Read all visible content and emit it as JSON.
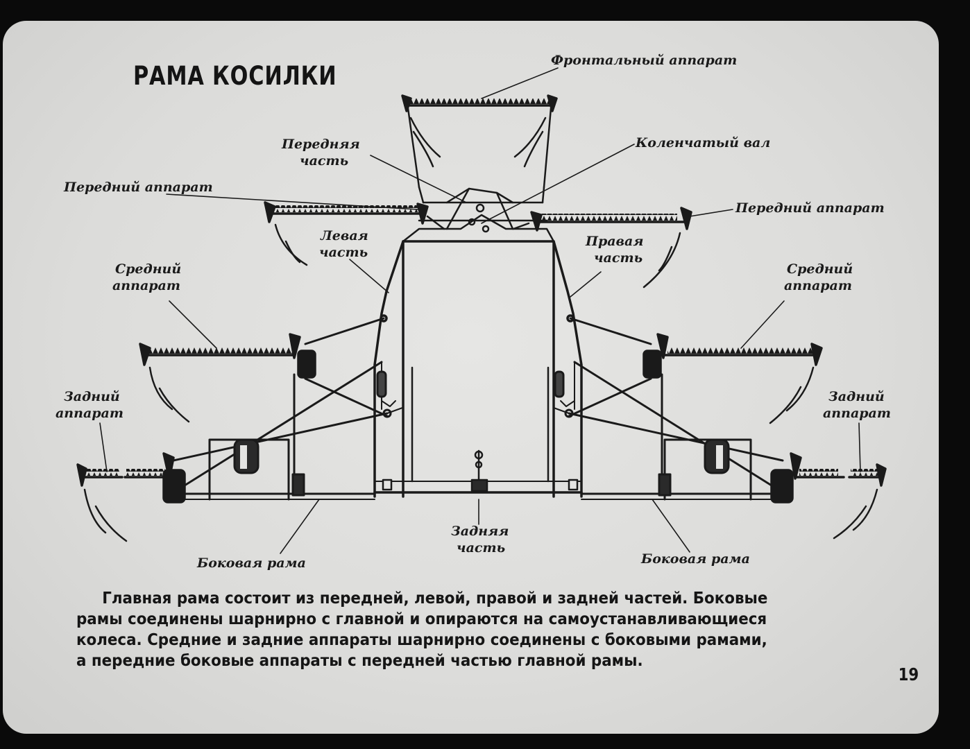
{
  "title": "РАМА КОСИЛКИ",
  "labels": {
    "frontal": "Фронтальный аппарат",
    "front_part_1": "Передняя",
    "front_part_2": "часть",
    "crankshaft": "Коленчатый вал",
    "front_left": "Передний аппарат",
    "front_right": "Передний аппарат",
    "left_part_1": "Левая",
    "left_part_2": "часть",
    "right_part_1": "Правая",
    "right_part_2": "часть",
    "middle_left_1": "Средний",
    "middle_left_2": "аппарат",
    "middle_right_1": "Средний",
    "middle_right_2": "аппарат",
    "rear_left_1": "Задний",
    "rear_left_2": "аппарат",
    "rear_right_1": "Задний",
    "rear_right_2": "аппарат",
    "rear_part_1": "Задняя",
    "rear_part_2": "часть",
    "side_frame_left": "Боковая рама",
    "side_frame_right": "Боковая рама"
  },
  "caption": [
    "Главная рама состоит из передней, левой,  правой и задней  частей.  Боковые",
    "рамы соединены шарнирно с главной  и опираются  на  самоустанавливающиеся",
    "колеса. Средние и задние аппараты  шарнирно  соединены  с боковыми  рамами,",
    "а передние боковые аппараты с передней частью главной рамы."
  ],
  "page_number": "19"
}
